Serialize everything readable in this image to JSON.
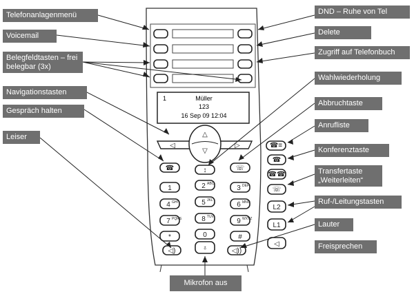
{
  "labels_left": [
    {
      "id": "telefonanlagenmenu",
      "text": "Telefonanlagenmenü"
    },
    {
      "id": "voicemail",
      "text": "Voicemail"
    },
    {
      "id": "belegfeldtasten",
      "text": "Belegfeldtasten – frei belegbar (3x)"
    },
    {
      "id": "navigationstasten",
      "text": "Navigationstasten"
    },
    {
      "id": "gespraech-halten",
      "text": "Gespräch halten"
    },
    {
      "id": "leiser",
      "text": "Leiser"
    }
  ],
  "labels_right": [
    {
      "id": "dnd",
      "text": "DND – Ruhe von Tel"
    },
    {
      "id": "delete",
      "text": "Delete"
    },
    {
      "id": "telefonbuch",
      "text": "Zugriff auf  Telefonbuch"
    },
    {
      "id": "wahlwiederholung",
      "text": "Wahlwiederholung"
    },
    {
      "id": "abbruchtaste",
      "text": "Abbruchtaste"
    },
    {
      "id": "anrufliste",
      "text": "Anrufliste"
    },
    {
      "id": "konferenztaste",
      "text": "Konferenztaste"
    },
    {
      "id": "transfertaste",
      "text": "Transfertaste „Weiterleiten“"
    },
    {
      "id": "ruf-leitungstasten",
      "text": "Ruf-/Leitungstasten"
    },
    {
      "id": "lauter",
      "text": "Lauter"
    },
    {
      "id": "freisprechen",
      "text": "Freisprechen"
    }
  ],
  "label_bottom": {
    "id": "mikrofon-aus",
    "text": "Mikrofon aus"
  },
  "display": {
    "line_number": "1",
    "name": "Müller",
    "number": "123",
    "datetime": "16 Sep 09  12:04"
  },
  "keypad": {
    "keys": [
      {
        "main": "1",
        "sub": ""
      },
      {
        "main": "2",
        "sub": "ABC"
      },
      {
        "main": "3",
        "sub": "DEF"
      },
      {
        "main": "4",
        "sub": "GHI"
      },
      {
        "main": "5",
        "sub": "JKL"
      },
      {
        "main": "6",
        "sub": "MNO"
      },
      {
        "main": "7",
        "sub": "PQRS"
      },
      {
        "main": "8",
        "sub": "TUV"
      },
      {
        "main": "9",
        "sub": "WXYZ"
      },
      {
        "main": "*",
        "sub": ""
      },
      {
        "main": "0",
        "sub": ""
      },
      {
        "main": "#",
        "sub": ""
      }
    ]
  },
  "line_keys": {
    "l2": "L2",
    "l1": "L1"
  },
  "nav_symbols": {
    "left": "◁",
    "right": "▷",
    "up": "△",
    "down": "▽"
  }
}
